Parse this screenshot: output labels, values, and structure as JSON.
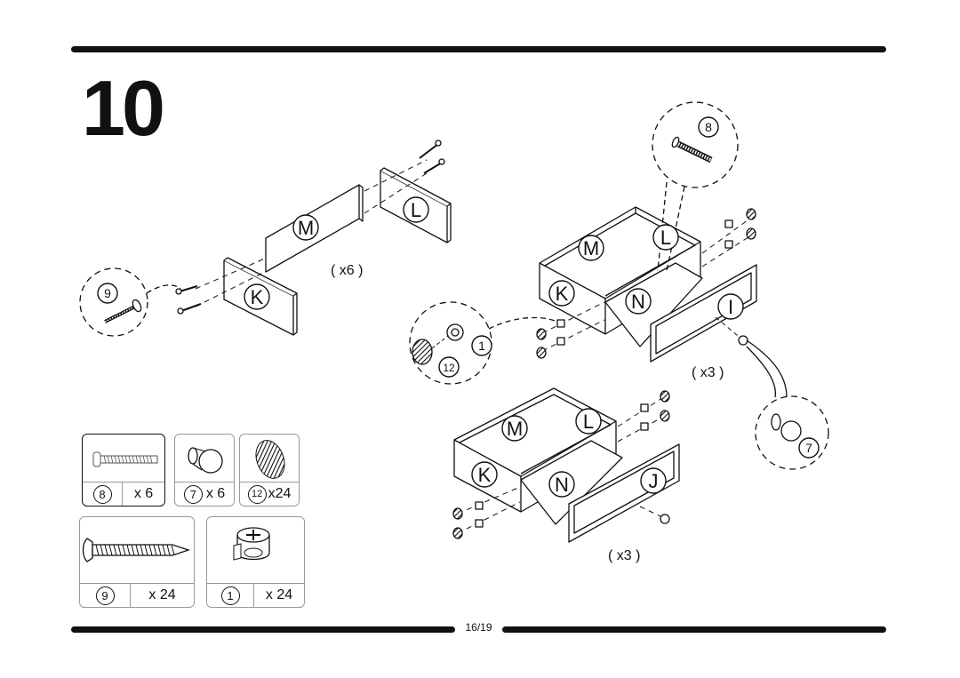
{
  "step_number": "10",
  "page": "16/19",
  "quantities": {
    "sides_set": "( x6 )",
    "upper_drawer": "( x3 )",
    "lower_drawer": "( x3 )"
  },
  "panel_labels": {
    "M": "M",
    "L": "L",
    "K": "K",
    "N": "N",
    "I": "I",
    "J": "J"
  },
  "callouts": {
    "screw_small": "8",
    "screw_large": "9",
    "cam_lock": "1",
    "cap": "12",
    "knob": "7"
  },
  "parts": [
    {
      "id": "8",
      "qty": "x 6",
      "icon": "machine-screw-icon"
    },
    {
      "id": "7",
      "qty": "x 6",
      "icon": "knob-icon"
    },
    {
      "id": "12",
      "qty": "x24",
      "icon": "cover-cap-icon"
    },
    {
      "id": "9",
      "qty": "x 24",
      "icon": "wood-screw-icon"
    },
    {
      "id": "1",
      "qty": "x 24",
      "icon": "cam-lock-icon"
    }
  ]
}
